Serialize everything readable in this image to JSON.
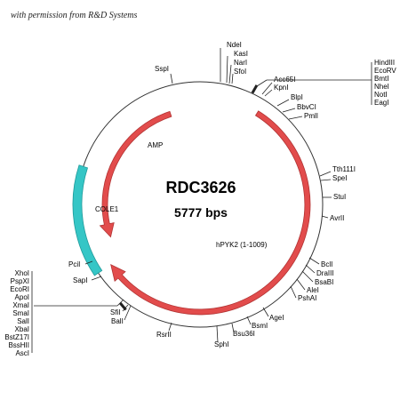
{
  "credit": "with permission from R&D Systems",
  "plasmid": {
    "name": "RDC3626",
    "size_label": "5777 bps"
  },
  "colors": {
    "amp": "#e24c4c",
    "hpyk2": "#e24c4c",
    "cole1": "#35c6c6",
    "backbone": "#333333"
  },
  "features": [
    {
      "id": "amp",
      "label": "AMP"
    },
    {
      "id": "hpyk2",
      "label": "hPYK2 (1-1009)"
    },
    {
      "id": "cole1",
      "label": "COLE1"
    }
  ],
  "sites": [
    {
      "label": "SspI"
    },
    {
      "label": "NdeI"
    },
    {
      "label": "KasI"
    },
    {
      "label": "NarI"
    },
    {
      "label": "SfoI"
    },
    {
      "label": "Acc65I"
    },
    {
      "label": "KpnI"
    },
    {
      "label": "BlpI"
    },
    {
      "label": "BbvCI"
    },
    {
      "label": "PmlI"
    },
    {
      "label": "Tth111I"
    },
    {
      "label": "SpeI"
    },
    {
      "label": "StuI"
    },
    {
      "label": "AvrII"
    },
    {
      "label": "BclI"
    },
    {
      "label": "DraIII"
    },
    {
      "label": "BsaBI"
    },
    {
      "label": "AleI"
    },
    {
      "label": "PshAI"
    },
    {
      "label": "AgeI"
    },
    {
      "label": "BsmI"
    },
    {
      "label": "Bsu36I"
    },
    {
      "label": "SphI"
    },
    {
      "label": "RsrII"
    },
    {
      "label": "SfiI"
    },
    {
      "label": "BalI"
    },
    {
      "label": "SapI"
    },
    {
      "label": "PciI"
    }
  ],
  "cluster_right": [
    "HindIII",
    "EcoRV",
    "BmtI",
    "NheI",
    "NotI",
    "EagI"
  ],
  "cluster_left": [
    "XhoI",
    "PspXI",
    "EcoRI",
    "ApoI",
    "XmaI",
    "SmaI",
    "SalI",
    "XbaI",
    "BstZ17I",
    "BssHII",
    "AscI"
  ]
}
